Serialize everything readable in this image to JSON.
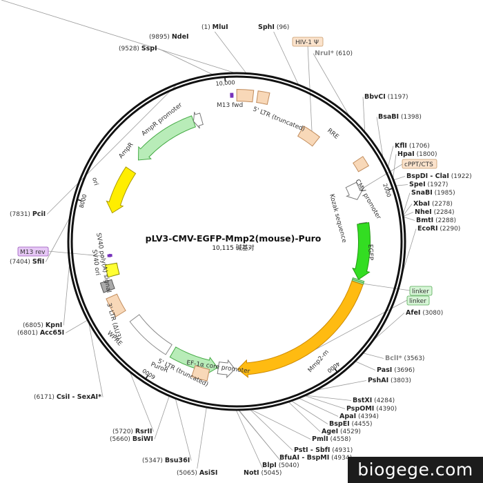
{
  "title": "pLV3-CMV-EGFP-Mmp2(mouse)-Puro",
  "subtitle": "10,115 碱基对",
  "watermark": "biogege.com",
  "total_bp": 10115,
  "ticks": [
    {
      "pos": 10000,
      "label": "10,000"
    },
    {
      "pos": 2000,
      "label": "2000"
    },
    {
      "pos": 4000,
      "label": "4000"
    },
    {
      "pos": 6000,
      "label": "6000"
    },
    {
      "pos": 8000,
      "label": "8000"
    }
  ],
  "features": [
    {
      "name": "5' LTR (truncated)",
      "kind": "box",
      "start": 1,
      "end": 181,
      "color": "#f8d8b8",
      "stroke": "#c08a5a"
    },
    {
      "name": "HIV-1 Ψ",
      "kind": "box",
      "start": 228,
      "end": 353,
      "color": "#f8d8b8",
      "stroke": "#c08a5a"
    },
    {
      "name": "RRE",
      "kind": "box",
      "start": 847,
      "end": 1080,
      "color": "#f8d8b8",
      "stroke": "#c08a5a"
    },
    {
      "name": "cPPT/CTS",
      "kind": "box",
      "start": 1574,
      "end": 1691,
      "color": "#f8d8b8",
      "stroke": "#c08a5a"
    },
    {
      "name": "CMV promoter",
      "kind": "arrow",
      "start": 1790,
      "end": 1990,
      "dir": 1,
      "color": "#ffffff",
      "stroke": "#777777"
    },
    {
      "name": "Kozak sequence",
      "kind": "line",
      "pos": 2298,
      "color": "#777777"
    },
    {
      "name": "EGFP",
      "kind": "arrow",
      "start": 2300,
      "end": 3015,
      "dir": 1,
      "color": "#33dd22",
      "stroke": "#229911"
    },
    {
      "name": "linker",
      "kind": "box",
      "start": 3016,
      "end": 3036,
      "color": "#a8e8a8",
      "stroke": "#44aa44"
    },
    {
      "name": "linker",
      "kind": "box",
      "start": 3037,
      "end": 3057,
      "color": "#a8e8a8",
      "stroke": "#44aa44"
    },
    {
      "name": "Mmp2-m",
      "kind": "arrow",
      "start": 3060,
      "end": 5045,
      "dir": 1,
      "color": "#ffbb11",
      "stroke": "#cc8800"
    },
    {
      "name": "EF-1α core promoter",
      "kind": "arrow",
      "start": 5080,
      "end": 5290,
      "dir": -1,
      "color": "#ffffff",
      "stroke": "#777777"
    },
    {
      "name": "PuroR",
      "kind": "arrow",
      "start": 5300,
      "end": 5900,
      "dir": -1,
      "color": "#b8ecb8",
      "stroke": "#44aa44"
    },
    {
      "name": "5' LTR (truncated)",
      "kind": "box",
      "start": 5395,
      "end": 5576,
      "color": "#f8d8b8",
      "stroke": "#c08a5a"
    },
    {
      "name": "WPRE",
      "kind": "box",
      "start": 5960,
      "end": 6550,
      "color": "#ffffff",
      "stroke": "#888888"
    },
    {
      "name": "3' LTR (ΔU3)",
      "kind": "box",
      "start": 6690,
      "end": 6920,
      "color": "#f8d8b8",
      "stroke": "#c08a5a"
    },
    {
      "name": "SV40 poly(A) signal",
      "kind": "box",
      "start": 6995,
      "end": 7110,
      "color": "#aaaaaa",
      "stroke": "#555555"
    },
    {
      "name": "SV40 ori",
      "kind": "box",
      "start": 7150,
      "end": 7300,
      "color": "#ffff33",
      "stroke": "#888800"
    },
    {
      "name": "M13 rev",
      "kind": "primer",
      "start": 7400,
      "end": 7417,
      "dir": -1,
      "color": "#7733bb"
    },
    {
      "name": "ori",
      "kind": "arrow",
      "start": 7950,
      "end": 8540,
      "dir": -1,
      "color": "#ffee00",
      "stroke": "#aa9900"
    },
    {
      "name": "AmpR",
      "kind": "arrow",
      "start": 8700,
      "end": 9560,
      "dir": -1,
      "color": "#b8ecb8",
      "stroke": "#44aa44"
    },
    {
      "name": "AmpR promoter",
      "kind": "arrow",
      "start": 9560,
      "end": 9665,
      "dir": -1,
      "color": "#ffffff",
      "stroke": "#777777"
    },
    {
      "name": "M13 fwd",
      "kind": "primer",
      "start": 10050,
      "end": 10072,
      "dir": 1,
      "color": "#7733bb"
    }
  ],
  "feature_labels": [
    {
      "text": "M13 fwd"
    },
    {
      "text": "5' LTR (truncated)"
    },
    {
      "text": "RRE"
    },
    {
      "text": "CMV promoter"
    },
    {
      "text": "Kozak sequence"
    },
    {
      "text": "EGFP"
    },
    {
      "text": "Mmp2-m"
    },
    {
      "text": "EF-1α core promoter"
    },
    {
      "text": "5' LTR (truncated)"
    },
    {
      "text": "PuroR"
    },
    {
      "text": "WPRE"
    },
    {
      "text": "3' LTR (ΔU3)"
    },
    {
      "text": "SV40 poly(A) signal"
    },
    {
      "text": "SV40 ori"
    },
    {
      "text": "ori"
    },
    {
      "text": "AmpR"
    },
    {
      "text": "AmpR promoter"
    }
  ],
  "boxed_labels": [
    {
      "text": "HIV-1 Ψ",
      "fill": "#fbe3cc",
      "stroke": "#c89a6a"
    },
    {
      "text": "cPPT/CTS",
      "fill": "#fbe3cc",
      "stroke": "#c89a6a"
    },
    {
      "text": "linker",
      "fill": "#d6f5d6",
      "stroke": "#55aa55"
    },
    {
      "text": "linker",
      "fill": "#d6f5d6",
      "stroke": "#55aa55"
    },
    {
      "text": "M13 rev",
      "fill": "#e6c8f5",
      "stroke": "#9955bb"
    }
  ],
  "sites": [
    {
      "name": "MluI",
      "pos": "(1)",
      "bp": 1
    },
    {
      "name": "SphI",
      "pos": "(96)",
      "bp": 96
    },
    {
      "name": "NruI*",
      "pos": "(610)",
      "bp": 610,
      "star": true
    },
    {
      "name": "BbvCI",
      "pos": "(1197)",
      "bp": 1197
    },
    {
      "name": "BsaBI",
      "pos": "(1398)",
      "bp": 1398
    },
    {
      "name": "KflI",
      "pos": "(1706)",
      "bp": 1706
    },
    {
      "name": "HpaI",
      "pos": "(1800)",
      "bp": 1800
    },
    {
      "name": "BspDI - ClaI",
      "pos": "(1922)",
      "bp": 1922
    },
    {
      "name": "SpeI",
      "pos": "(1927)",
      "bp": 1927
    },
    {
      "name": "SnaBI",
      "pos": "(1985)",
      "bp": 1985
    },
    {
      "name": "XbaI",
      "pos": "(2278)",
      "bp": 2278
    },
    {
      "name": "NheI",
      "pos": "(2284)",
      "bp": 2284
    },
    {
      "name": "BmtI",
      "pos": "(2288)",
      "bp": 2288
    },
    {
      "name": "EcoRI",
      "pos": "(2290)",
      "bp": 2290
    },
    {
      "name": "AfeI",
      "pos": "(3080)",
      "bp": 3080
    },
    {
      "name": "BclI*",
      "pos": "(3563)",
      "bp": 3563,
      "star": true
    },
    {
      "name": "PasI",
      "pos": "(3696)",
      "bp": 3696
    },
    {
      "name": "PshAI",
      "pos": "(3803)",
      "bp": 3803
    },
    {
      "name": "BstXI",
      "pos": "(4284)",
      "bp": 4284
    },
    {
      "name": "PspOMI",
      "pos": "(4390)",
      "bp": 4390
    },
    {
      "name": "ApaI",
      "pos": "(4394)",
      "bp": 4394
    },
    {
      "name": "BspEI",
      "pos": "(4455)",
      "bp": 4455
    },
    {
      "name": "AgeI",
      "pos": "(4529)",
      "bp": 4529
    },
    {
      "name": "PmlI",
      "pos": "(4558)",
      "bp": 4558
    },
    {
      "name": "PstI - SbfI",
      "pos": "(4931)",
      "bp": 4931
    },
    {
      "name": "BfuAI - BspMI",
      "pos": "(4934)",
      "bp": 4934
    },
    {
      "name": "BlpI",
      "pos": "(5040)",
      "bp": 5040
    },
    {
      "name": "NotI",
      "pos": "(5045)",
      "bp": 5045
    },
    {
      "name": "AsiSI",
      "pos": "(5065)",
      "bp": 5065
    },
    {
      "name": "Bsu36I",
      "pos": "(5347)",
      "bp": 5347
    },
    {
      "name": "BsiWI",
      "pos": "(5660)",
      "bp": 5660
    },
    {
      "name": "RsrII",
      "pos": "(5720)",
      "bp": 5720
    },
    {
      "name": "CsiI - SexAI*",
      "pos": "(6171)",
      "bp": 6171,
      "star": true
    },
    {
      "name": "Acc65I",
      "pos": "(6801)",
      "bp": 6801
    },
    {
      "name": "KpnI",
      "pos": "(6805)",
      "bp": 6805
    },
    {
      "name": "SfiI",
      "pos": "(7404)",
      "bp": 7404
    },
    {
      "name": "PciI",
      "pos": "(7831)",
      "bp": 7831
    },
    {
      "name": "SspI",
      "pos": "(9528)",
      "bp": 9528
    },
    {
      "name": "NdeI",
      "pos": "(9895)",
      "bp": 9895
    }
  ]
}
